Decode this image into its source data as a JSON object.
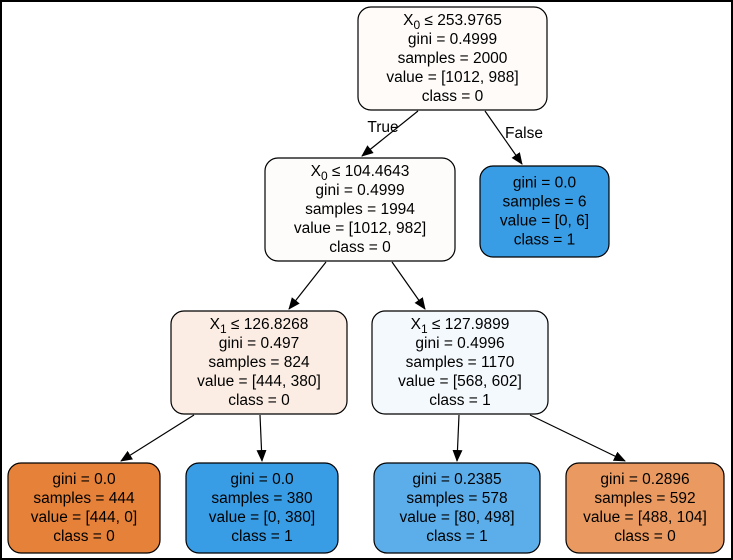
{
  "tree": {
    "nodes": [
      {
        "id": "node-0",
        "fill": "#fefbf9",
        "split": {
          "feature": "X",
          "sub": "0",
          "op": " ≤ 253.9765"
        },
        "lines": [
          "gini = 0.4999",
          "samples = 2000",
          "value = [1012, 988]",
          "class = 0"
        ]
      },
      {
        "id": "node-1",
        "fill": "#fefcfa",
        "split": {
          "feature": "X",
          "sub": "0",
          "op": " ≤ 104.4643"
        },
        "lines": [
          "gini = 0.4999",
          "samples = 1994",
          "value = [1012, 982]",
          "class = 0"
        ]
      },
      {
        "id": "node-2",
        "fill": "#399de5",
        "split": null,
        "lines": [
          "gini = 0.0",
          "samples = 6",
          "value = [0, 6]",
          "class = 1"
        ]
      },
      {
        "id": "node-3",
        "fill": "#fbede3",
        "split": {
          "feature": "X",
          "sub": "1",
          "op": " ≤ 126.8268"
        },
        "lines": [
          "gini = 0.497",
          "samples = 824",
          "value = [444, 380]",
          "class = 0"
        ]
      },
      {
        "id": "node-4",
        "fill": "#f4f9fd",
        "split": {
          "feature": "X",
          "sub": "1",
          "op": " ≤ 127.9899"
        },
        "lines": [
          "gini = 0.4996",
          "samples = 1170",
          "value = [568, 602]",
          "class = 1"
        ]
      },
      {
        "id": "node-5",
        "fill": "#e58139",
        "split": null,
        "lines": [
          "gini = 0.0",
          "samples = 444",
          "value = [444, 0]",
          "class = 0"
        ]
      },
      {
        "id": "node-6",
        "fill": "#399de5",
        "split": null,
        "lines": [
          "gini = 0.0",
          "samples = 380",
          "value = [0, 380]",
          "class = 1"
        ]
      },
      {
        "id": "node-7",
        "fill": "#5caeea",
        "split": null,
        "lines": [
          "gini = 0.2385",
          "samples = 578",
          "value = [80, 498]",
          "class = 1"
        ]
      },
      {
        "id": "node-8",
        "fill": "#ea9a60",
        "split": null,
        "lines": [
          "gini = 0.2896",
          "samples = 592",
          "value = [488, 104]",
          "class = 0"
        ]
      }
    ],
    "edges": [
      {
        "from": "node-0",
        "to": "node-1",
        "label": "True"
      },
      {
        "from": "node-0",
        "to": "node-2",
        "label": "False"
      },
      {
        "from": "node-1",
        "to": "node-3",
        "label": ""
      },
      {
        "from": "node-1",
        "to": "node-4",
        "label": ""
      },
      {
        "from": "node-3",
        "to": "node-5",
        "label": ""
      },
      {
        "from": "node-3",
        "to": "node-6",
        "label": ""
      },
      {
        "from": "node-4",
        "to": "node-7",
        "label": ""
      },
      {
        "from": "node-4",
        "to": "node-8",
        "label": ""
      }
    ]
  }
}
